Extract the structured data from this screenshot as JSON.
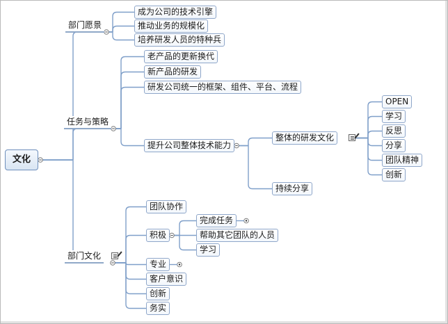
{
  "root": {
    "label": "文化"
  },
  "branches": [
    {
      "label": "部门愿景",
      "children": [
        {
          "label": "成为公司的技术引擎"
        },
        {
          "label": "推动业务的规模化"
        },
        {
          "label": "培养研发人员的特种兵"
        }
      ]
    },
    {
      "label": "任务与策略",
      "children": [
        {
          "label": "老产品的更新换代"
        },
        {
          "label": "新产品的研发"
        },
        {
          "label": "研发公司统一的框架、组件、平台、流程"
        },
        {
          "label": "提升公司整体技术能力",
          "children": [
            {
              "label": "整体的研发文化",
              "note_icon": "note-pencil-icon",
              "children": [
                {
                  "label": "OPEN"
                },
                {
                  "label": "学习"
                },
                {
                  "label": "反思"
                },
                {
                  "label": "分享"
                },
                {
                  "label": "团队精神"
                },
                {
                  "label": "创新"
                }
              ]
            },
            {
              "label": "持续分享"
            }
          ]
        }
      ]
    },
    {
      "label": "部门文化",
      "note_icon": "note-pencil-icon",
      "children": [
        {
          "label": "团队协作"
        },
        {
          "label": "积极",
          "children": [
            {
              "label": "完成任务",
              "collapsed": true
            },
            {
              "label": "帮助其它团队的人员"
            },
            {
              "label": "学习"
            }
          ]
        },
        {
          "label": "专业",
          "collapsed": true
        },
        {
          "label": "客户意识"
        },
        {
          "label": "创新"
        },
        {
          "label": "务实"
        }
      ]
    }
  ],
  "colors": {
    "line": "#7f9fc9",
    "border": "#8ea6c9",
    "root_fill": "#d9e5f3"
  }
}
